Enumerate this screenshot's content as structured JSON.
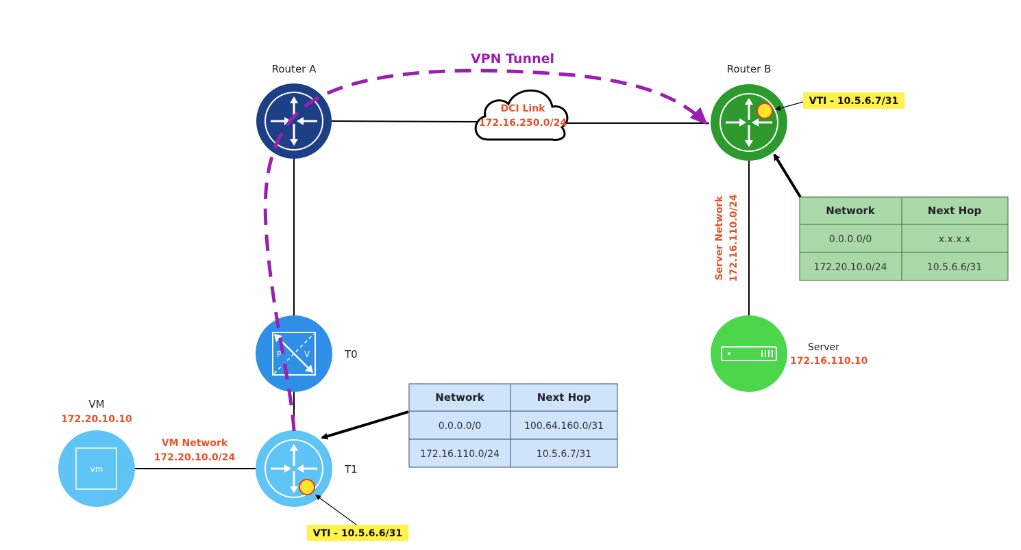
{
  "title": "VPN Tunnel",
  "colors": {
    "router_a": "#1d3f86",
    "router_b": "#2e9a2e",
    "server": "#4cd64c",
    "t0": "#2f8fe6",
    "t1": "#5ec3f5",
    "vm": "#5ec3f5",
    "vpn": "#9b1fb0",
    "label_red": "#e8512a",
    "vti_highlight": "#fff24a",
    "table_b_fill": "#a9d9a9",
    "table_t1_fill": "#cfe3fb"
  },
  "nodes": {
    "router_a": {
      "label": "Router A",
      "icon": "router-icon"
    },
    "router_b": {
      "label": "Router B",
      "icon": "router-icon"
    },
    "t0": {
      "label": "T0",
      "icon": "tier0-gateway-icon",
      "left_letter": "P",
      "right_letter": "V"
    },
    "t1": {
      "label": "T1",
      "icon": "router-icon"
    },
    "vm": {
      "label": "VM",
      "ip": "172.20.10.10",
      "icon": "vm-icon",
      "icon_text": "vm"
    },
    "server": {
      "label": "Server",
      "ip": "172.16.110.10",
      "icon": "server-icon"
    }
  },
  "links": {
    "dci": {
      "name": "DCI Link",
      "subnet": "172.16.250.0/24"
    },
    "server_network": {
      "name": "Server Network",
      "subnet": "172.16.110.0/24"
    },
    "vm_network": {
      "name": "VM Network",
      "subnet": "172.20.10.0/24"
    }
  },
  "vti": {
    "router_b": "VTI - 10.5.6.7/31",
    "t1": "VTI - 10.5.6.6/31"
  },
  "tables": {
    "router_b": {
      "headers": [
        "Network",
        "Next Hop"
      ],
      "rows": [
        [
          "0.0.0.0/0",
          "x.x.x.x"
        ],
        [
          "172.20.10.0/24",
          "10.5.6.6/31"
        ]
      ]
    },
    "t1": {
      "headers": [
        "Network",
        "Next Hop"
      ],
      "rows": [
        [
          "0.0.0.0/0",
          "100.64.160.0/31"
        ],
        [
          "172.16.110.0/24",
          "10.5.6.7/31"
        ]
      ]
    }
  }
}
